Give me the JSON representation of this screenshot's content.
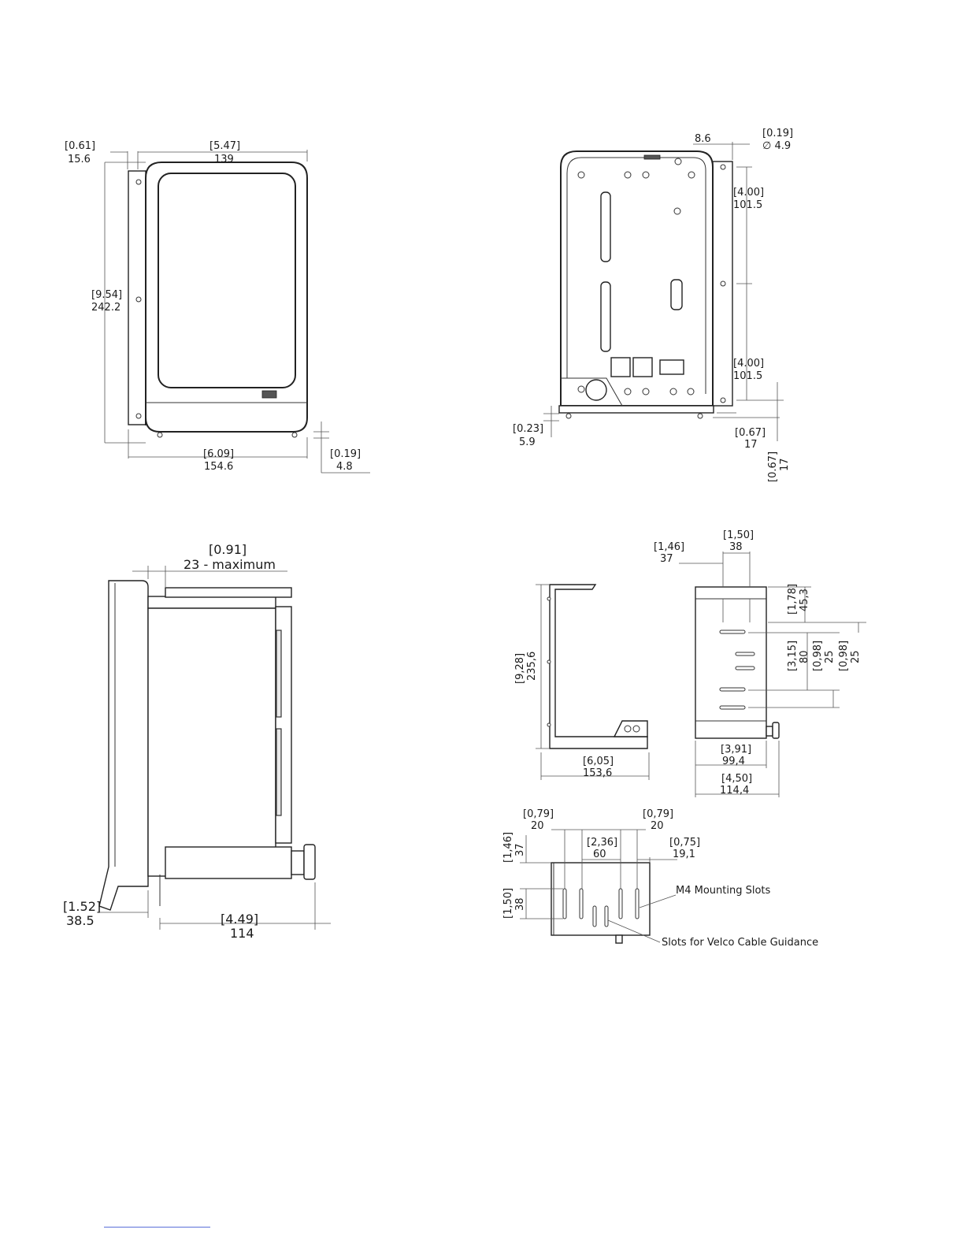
{
  "front_view": {
    "offset_in": "[0.61]",
    "offset_mm": "15.6",
    "width_in": "[5.47]",
    "width_mm": "139",
    "height_in": "[9.54]",
    "height_mm": "242.2",
    "overall_width_in": "[6.09]",
    "overall_width_mm": "154.6",
    "bottom_in": "[0.19]",
    "bottom_mm": "4.8"
  },
  "rear_view": {
    "top_offset_mm": "8.6",
    "hole_in": "[0.19]",
    "hole_mm": "∅ 4.9",
    "upper_spacing_in": "[4.00]",
    "upper_spacing_mm": "101.5",
    "lower_spacing_in": "[4.00]",
    "lower_spacing_mm": "101.5",
    "left_offset_in": "[0.23]",
    "left_offset_mm": "5.9",
    "bottom_in": "[0.67]",
    "bottom_mm": "17",
    "side_in": "[0.67]",
    "side_mm": "17"
  },
  "side_view": {
    "gap_in": "[0.91]",
    "gap_mm": "23 - maximum",
    "front_in": "[1.52]",
    "front_mm": "38.5",
    "depth_in": "[4.49]",
    "depth_mm": "114"
  },
  "bracket_side": {
    "height_in": "[9,28]",
    "height_mm": "235,6",
    "width_in": "[6,05]",
    "width_mm": "153,6"
  },
  "bracket_back": {
    "a_in": "[1,46]",
    "a_mm": "37",
    "b_in": "[1,50]",
    "b_mm": "38",
    "c_in": "[1,78]",
    "c_mm": "45,3",
    "d_in": "[3,15]",
    "d_mm": "80",
    "e_in": "[0,98]",
    "e_mm": "25",
    "f_in": "[0,98]",
    "f_mm": "25",
    "g_in": "[3,91]",
    "g_mm": "99,4",
    "h_in": "[4,50]",
    "h_mm": "114,4"
  },
  "bracket_bottom": {
    "a_in": "[0,79]",
    "a_mm": "20",
    "b_in": "[0,79]",
    "b_mm": "20",
    "c_in": "[2,36]",
    "c_mm": "60",
    "d_in": "[0,75]",
    "d_mm": "19,1",
    "e_in": "[1,46]",
    "e_mm": "37",
    "f_in": "[1,50]",
    "f_mm": "38",
    "mounting_slots_label": "M4 Mounting Slots",
    "velcro_label": "Slots for Velco Cable Guidance"
  }
}
